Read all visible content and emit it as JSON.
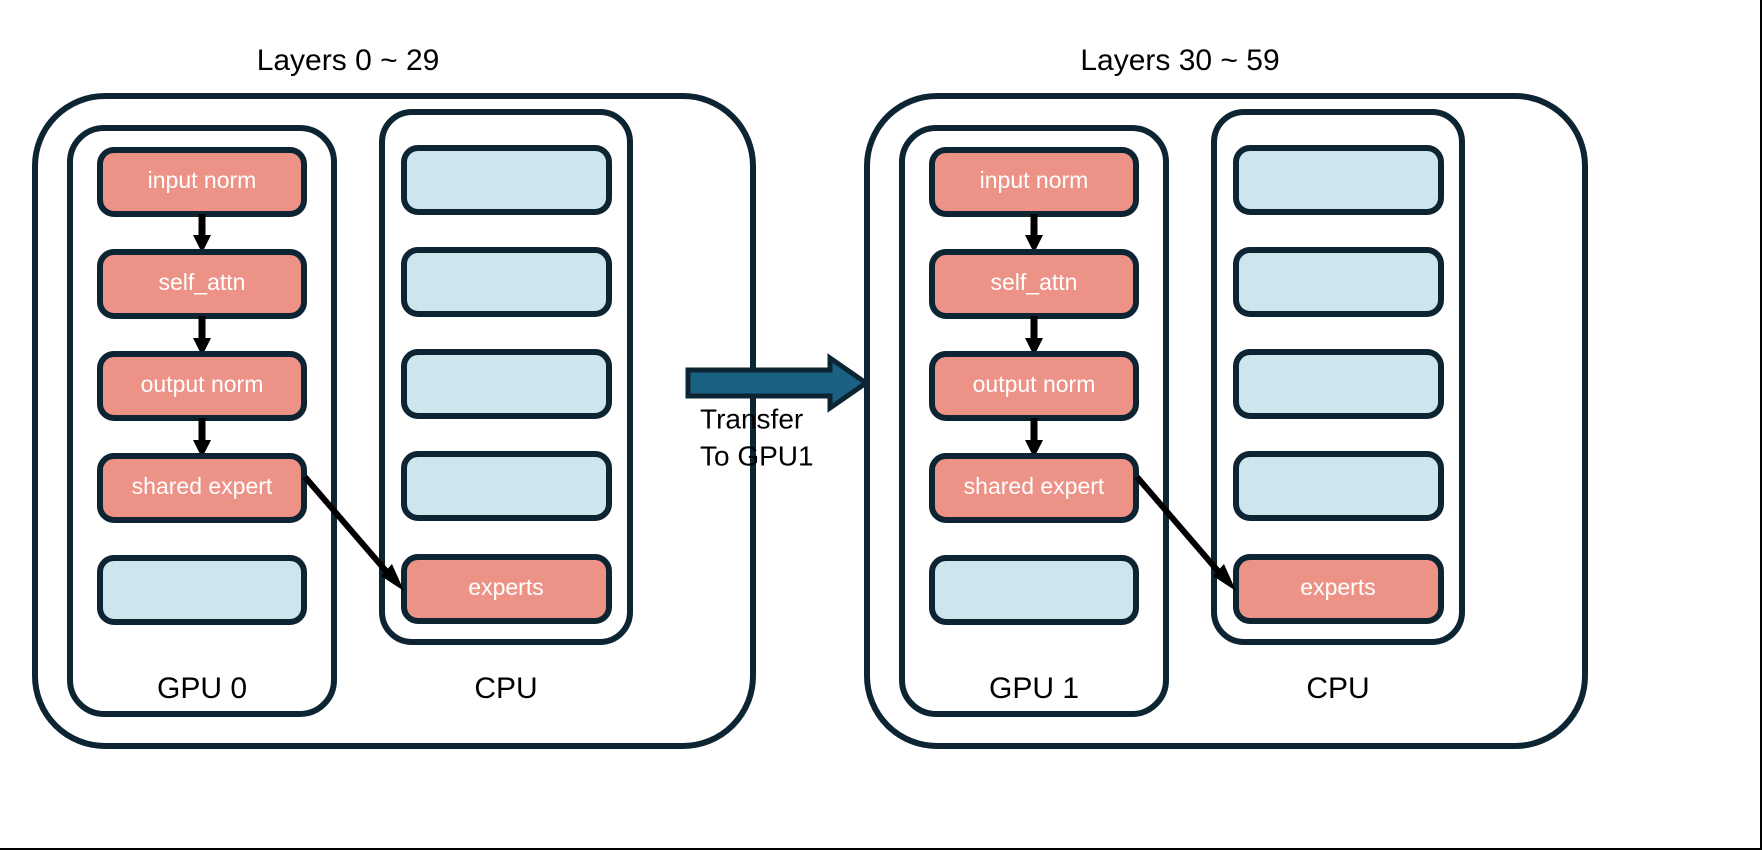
{
  "diagram": {
    "title_note": "MoE layer offloading across two GPUs with CPU-resident experts",
    "background_color": "#ffffff",
    "colors": {
      "active_block": "#ed9286",
      "idle_block": "#cde5ec",
      "outline": "#0d2433",
      "transfer_arrow": "#1a6183",
      "text_on_block": "#ffffff",
      "text_plain": "#000000"
    },
    "panels": [
      {
        "id": "panel-left",
        "title": "Layers 0 ~ 29",
        "columns": [
          {
            "id": "gpu-0",
            "device_label": "GPU 0",
            "blocks": [
              {
                "label": "input norm",
                "state": "active"
              },
              {
                "label": "self_attn",
                "state": "active"
              },
              {
                "label": "output norm",
                "state": "active"
              },
              {
                "label": "shared expert",
                "state": "active"
              },
              {
                "label": "",
                "state": "idle"
              }
            ]
          },
          {
            "id": "cpu-0",
            "device_label": "CPU",
            "blocks": [
              {
                "label": "",
                "state": "idle"
              },
              {
                "label": "",
                "state": "idle"
              },
              {
                "label": "",
                "state": "idle"
              },
              {
                "label": "",
                "state": "idle"
              },
              {
                "label": "experts",
                "state": "active"
              }
            ]
          }
        ]
      },
      {
        "id": "panel-right",
        "title": "Layers 30 ~ 59",
        "columns": [
          {
            "id": "gpu-1",
            "device_label": "GPU 1",
            "blocks": [
              {
                "label": "input norm",
                "state": "active"
              },
              {
                "label": "self_attn",
                "state": "active"
              },
              {
                "label": "output norm",
                "state": "active"
              },
              {
                "label": "shared expert",
                "state": "active"
              },
              {
                "label": "",
                "state": "idle"
              }
            ]
          },
          {
            "id": "cpu-1",
            "device_label": "CPU",
            "blocks": [
              {
                "label": "",
                "state": "idle"
              },
              {
                "label": "",
                "state": "idle"
              },
              {
                "label": "",
                "state": "idle"
              },
              {
                "label": "",
                "state": "idle"
              },
              {
                "label": "experts",
                "state": "active"
              }
            ]
          }
        ]
      }
    ],
    "transfer": {
      "label_line1": "Transfer",
      "label_line2": "To GPU1",
      "direction": "left-to-right"
    }
  }
}
